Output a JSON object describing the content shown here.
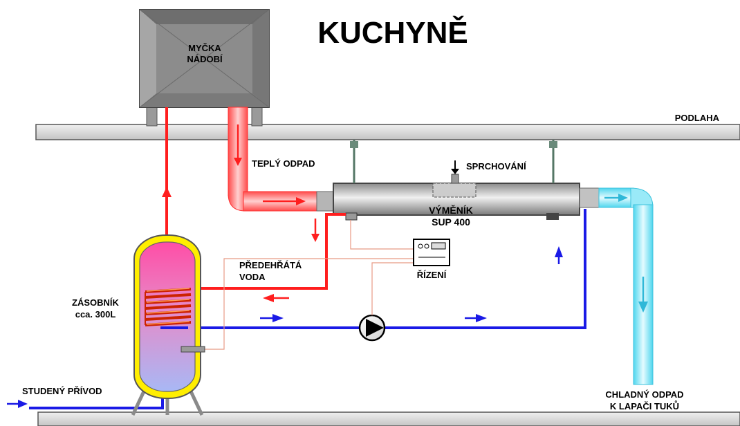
{
  "title": "KUCHYNĚ",
  "labels": {
    "dishwasher_line1": "MYČKA",
    "dishwasher_line2": "NÁDOBÍ",
    "floor": "PODLAHA",
    "warm_waste": "TEPLÝ ODPAD",
    "spraying": "SPRCHOVÁNÍ",
    "exchanger_line1": "VÝMĚNÍK",
    "exchanger_line2": "SUP 400",
    "preheated_line1": "PŘEDEHŘÁTÁ",
    "preheated_line2": "VODA",
    "control": "ŘÍZENÍ",
    "tank_line1": "ZÁSOBNÍK",
    "tank_line2": "cca. 300L",
    "cold_inlet": "STUDENÝ PŘÍVOD",
    "cold_waste_line1": "CHLADNÝ ODPAD",
    "cold_waste_line2": "K LAPAČI TUKŮ"
  },
  "colors": {
    "hot": "#ff1e1e",
    "warm_pipe": "#ff6a6a",
    "cold": "#1a1ae6",
    "cool_drain": "#7fe6f5",
    "floor": "#d9d9d9",
    "machine": "#8c8c8c",
    "tank_shell": "#ffee00",
    "signal": "#e89a84"
  }
}
